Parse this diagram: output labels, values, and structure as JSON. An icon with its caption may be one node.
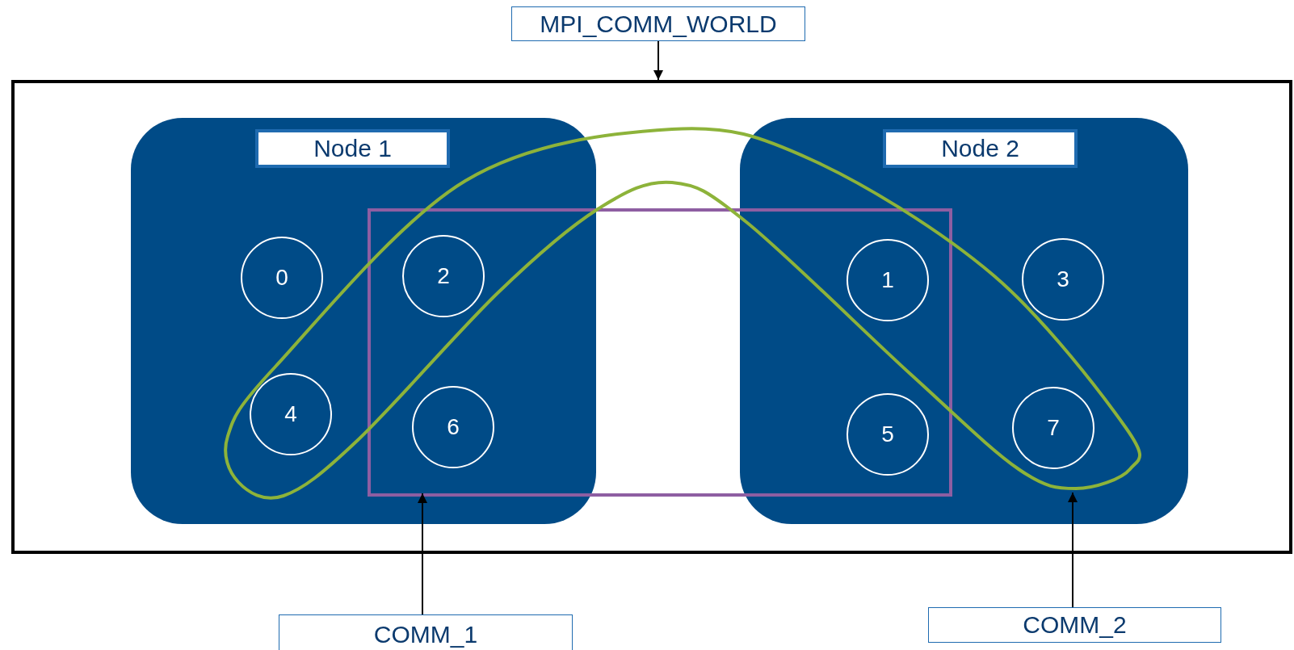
{
  "diagram": {
    "nodes": [
      {
        "text": [
          "MPI_COMM_WORLD"
        ]
      },
      {
        "text": [],
        "shape": "box"
      },
      {
        "text": [
          "Node 1"
        ],
        "in": 1
      },
      {
        "text": [
          "0"
        ],
        "in": 2
      },
      {
        "text": [
          "2"
        ]
      },
      {
        "text": [
          "4"
        ]
      },
      {
        "text": [
          "6"
        ]
      },
      {
        "text": [
          "Node 2"
        ],
        "in": 1
      },
      {
        "text": [
          "1"
        ]
      },
      {
        "text": [
          "3"
        ],
        "in": 7
      },
      {
        "text": [
          "5"
        ]
      },
      {
        "text": [
          "7"
        ],
        "in": 7
      },
      {
        "text": [],
        "shape": "box",
        "in": 1
      },
      {
        "text": [],
        "shape": "loop",
        "in": 1
      },
      {
        "text": [
          "COMM_1"
        ]
      },
      {
        "text": [
          "COMM_2"
        ]
      }
    ],
    "edges": [
      {
        "from": 0,
        "to": 1,
        "arrow": "to"
      },
      {
        "from": 14,
        "to": 12,
        "arrow": "to"
      },
      {
        "from": 15,
        "to": 13,
        "arrow": "to"
      }
    ]
  }
}
